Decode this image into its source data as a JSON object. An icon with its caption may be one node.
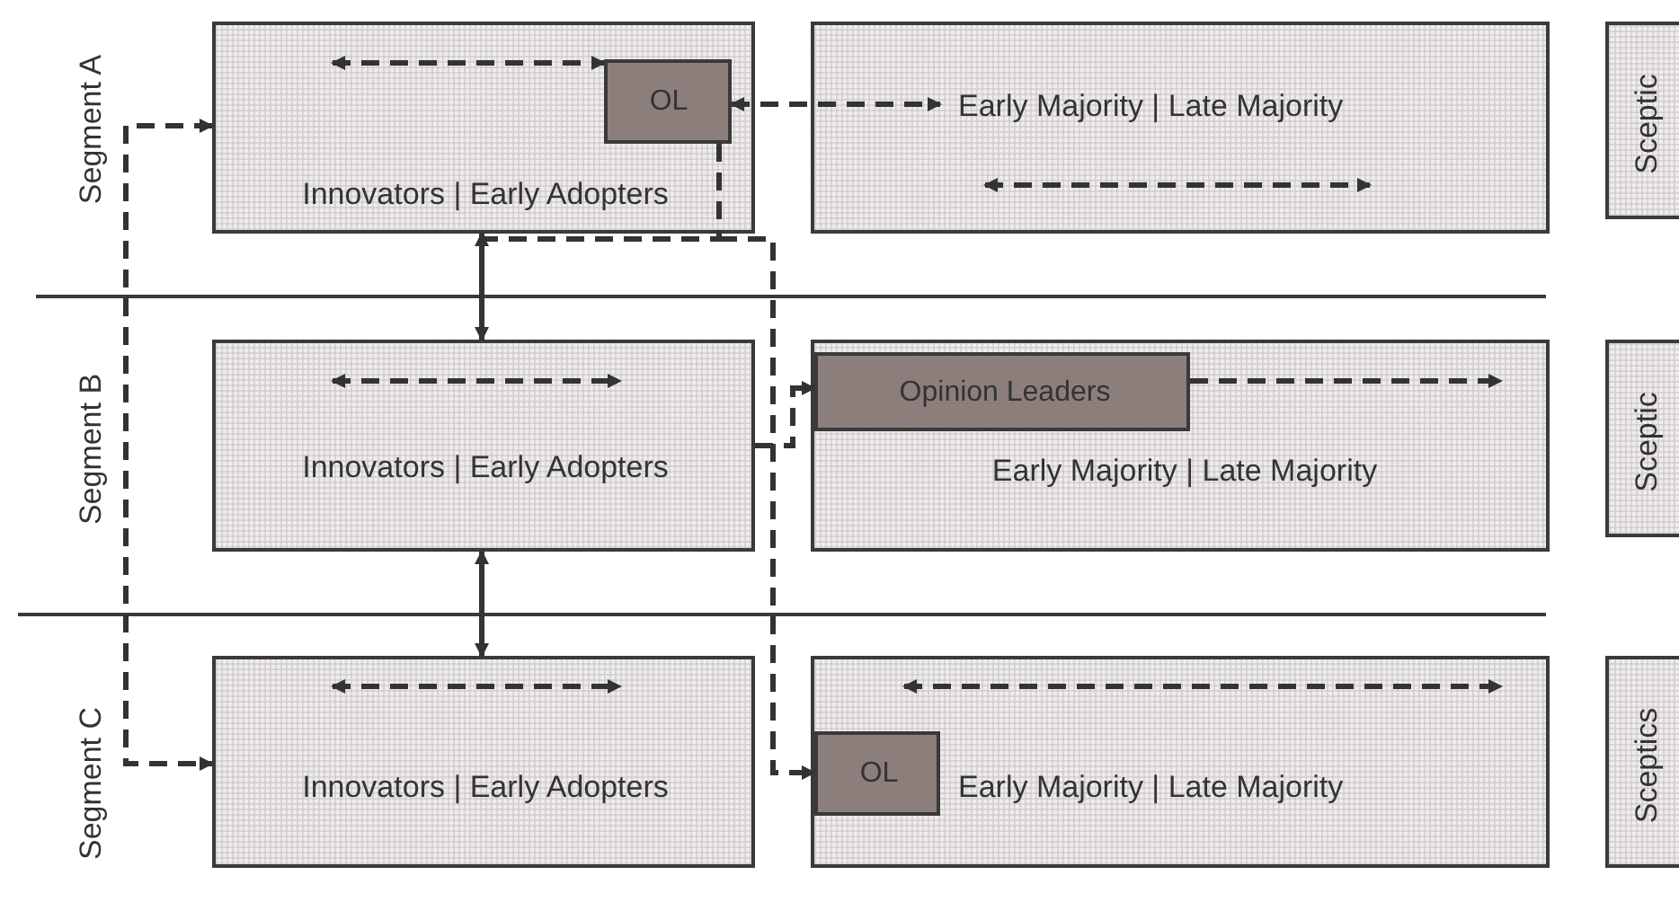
{
  "diagram": {
    "nodes": [
      {
        "text": [
          "Innovators | Early Adopters"
        ]
      },
      {
        "text": [
          "OL"
        ],
        "in": 0
      },
      {
        "text": [
          "Early Majority | Late Majority"
        ]
      },
      {
        "text": [
          "Sceptic"
        ]
      },
      {
        "text": [
          "Innovators | Early Adopters"
        ]
      },
      {
        "text": [
          "Early Majority | Late Majority"
        ]
      },
      {
        "text": [
          "Opinion Leaders"
        ],
        "in": 5
      },
      {
        "text": [
          "Sceptic"
        ]
      },
      {
        "text": [
          "Innovators | Early Adopters"
        ]
      },
      {
        "text": [
          "Early Majority | Late Majority"
        ]
      },
      {
        "text": [
          "OL"
        ],
        "in": 9
      },
      {
        "text": [
          "Sceptics"
        ]
      }
    ],
    "edges": [
      {
        "from": null,
        "to": 1,
        "arrow": "both",
        "style": "dashed"
      },
      {
        "from": 1,
        "to": 2,
        "arrow": "both",
        "style": "dashed"
      },
      {
        "from": 0,
        "to": 8,
        "arrow": "both",
        "style": "dashed"
      },
      {
        "from": 0,
        "to": 4,
        "arrow": "both"
      },
      {
        "from": 4,
        "to": 8,
        "arrow": "both"
      },
      {
        "from": 4,
        "to": 6,
        "arrow": "to",
        "style": "dashed"
      },
      {
        "from": 6,
        "to": null,
        "arrow": "to",
        "style": "dashed"
      },
      {
        "from": 1,
        "to": 10,
        "arrow": "to",
        "style": "dashed"
      }
    ],
    "labels": [
      "Segment A",
      "Segment B",
      "Segment C"
    ]
  }
}
